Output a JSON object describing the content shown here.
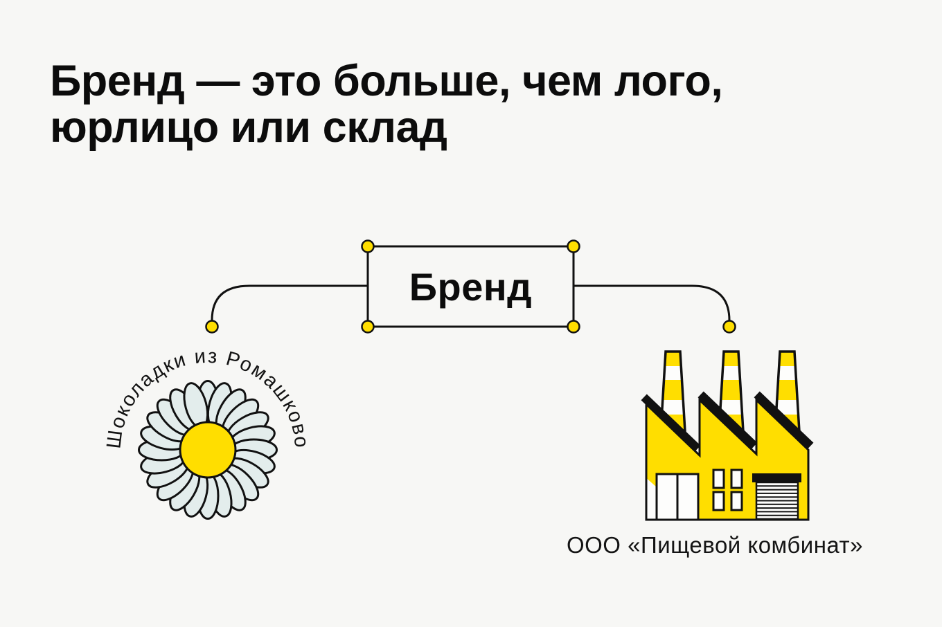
{
  "title": {
    "line1": "Бренд — это больше, чем лого,",
    "line2": "юрлицо или склад"
  },
  "diagram": {
    "brand_box_label": "Бренд",
    "flower_label": "Шоколадки из Ромашково",
    "factory_label": "ООО «Пищевой комбинат»"
  },
  "flower": {
    "petal_count": 24
  },
  "icons": [
    {
      "name": "daisy-flower-logo-icon",
      "meaning": "brand logo: chamomile daisy"
    },
    {
      "name": "factory-icon",
      "meaning": "legal entity: food plant building"
    },
    {
      "name": "connector-node-dot",
      "meaning": "yellow connection point"
    }
  ],
  "colors": {
    "background": "#F7F7F5",
    "ink": "#111111",
    "accent_yellow": "#FFDE00",
    "petal": "#E3EDEC"
  }
}
